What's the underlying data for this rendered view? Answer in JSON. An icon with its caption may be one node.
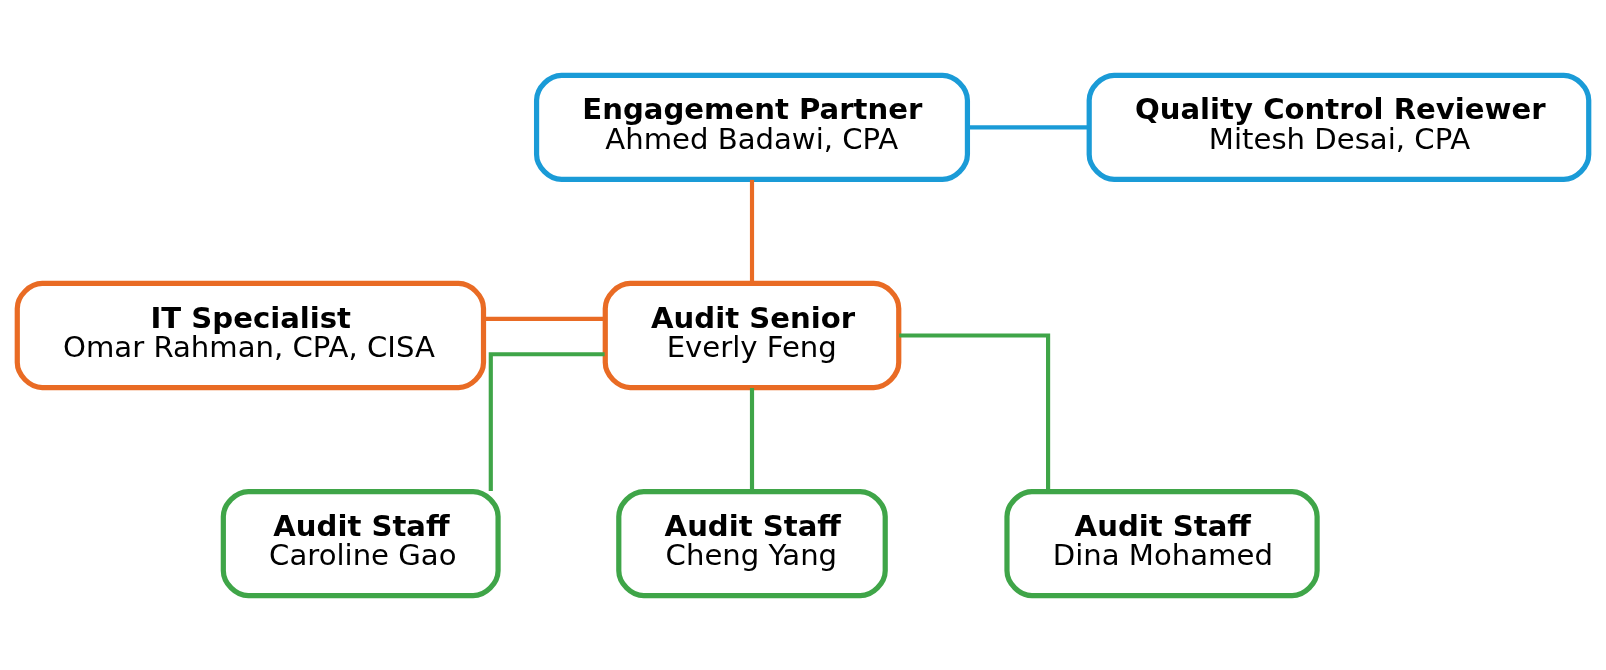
{
  "diagram": {
    "nodes": [
      {
        "text": [
          "Engagement Partner",
          "Ahmed Badawi, CPA"
        ]
      },
      {
        "text": [
          "Quality Control Reviewer",
          "Mitesh Desai, CPA"
        ]
      },
      {
        "text": [
          "IT Specialist",
          "Omar Rahman, CPA, CISA"
        ]
      },
      {
        "text": [
          "Audit Senior",
          "Everly Feng"
        ]
      },
      {
        "text": [
          "Audit Staff",
          "Caroline Gao"
        ]
      },
      {
        "text": [
          "Audit Staff",
          "Cheng Yang"
        ]
      },
      {
        "text": [
          "Audit Staff",
          "Dina Mohamed"
        ]
      }
    ],
    "edges": [
      {
        "from": 0,
        "to": 1,
        "arrow": "none",
        "color": "#1a9bd7"
      },
      {
        "from": 0,
        "to": 3,
        "arrow": "none",
        "color": "#e96b24"
      },
      {
        "from": 2,
        "to": 3,
        "arrow": "none",
        "color": "#e96b24"
      },
      {
        "from": 3,
        "to": 4,
        "arrow": "none",
        "color": "#3fa548"
      },
      {
        "from": 3,
        "to": 5,
        "arrow": "none",
        "color": "#3fa548"
      },
      {
        "from": 3,
        "to": 6,
        "arrow": "none",
        "color": "#3fa548"
      }
    ]
  }
}
